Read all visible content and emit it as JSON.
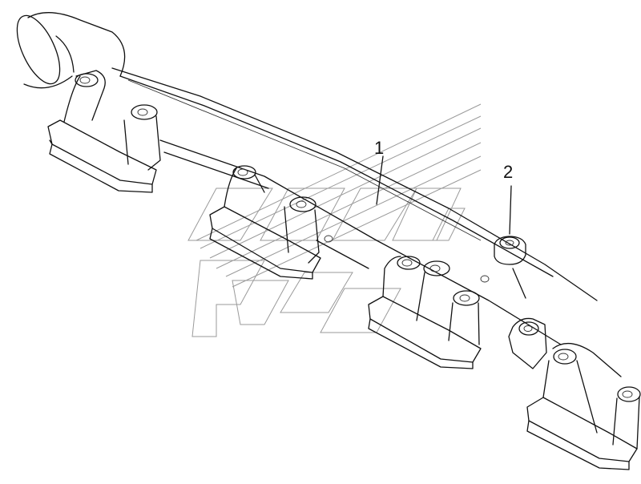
{
  "callouts": [
    {
      "id": "1",
      "label": "1"
    },
    {
      "id": "2",
      "label": "2"
    }
  ],
  "colors": {
    "line": "#111111",
    "watermark": "#9a9a9a",
    "background": "#ffffff"
  }
}
